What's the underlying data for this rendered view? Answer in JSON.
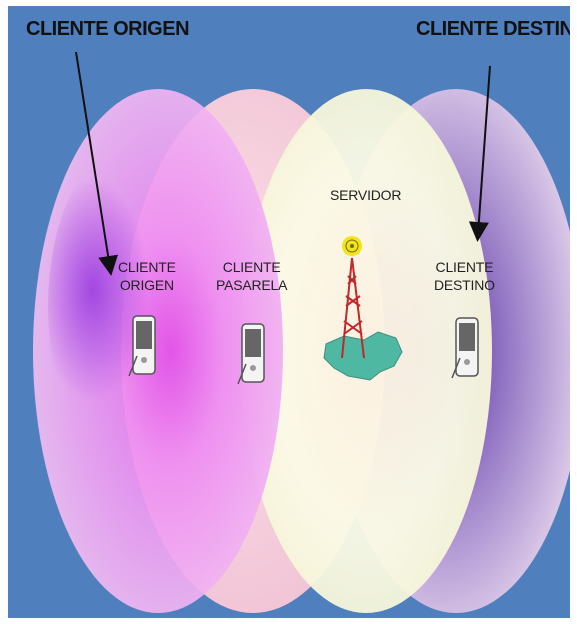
{
  "labels": {
    "top_left": "CLIENTE ORIGEN",
    "top_right": "CLIENTE DESTINO",
    "origin": [
      "CLIENTE",
      "ORIGEN"
    ],
    "gateway": [
      "CLIENTE",
      "PASARELA"
    ],
    "server": "SERVIDOR",
    "destination": [
      "CLIENTE",
      "DESTINO"
    ]
  },
  "colors": {
    "background": "#4f7fbd",
    "origin_circle": "#f07cf0",
    "gateway_circle": "#f6c9d8",
    "server_circle": "#fbfbe0",
    "destination_circle": "#d8b8e0",
    "arrow": "#111111"
  },
  "icons": [
    "pda-icon",
    "antenna-tower-icon",
    "map-icon",
    "signal-waves-icon"
  ]
}
